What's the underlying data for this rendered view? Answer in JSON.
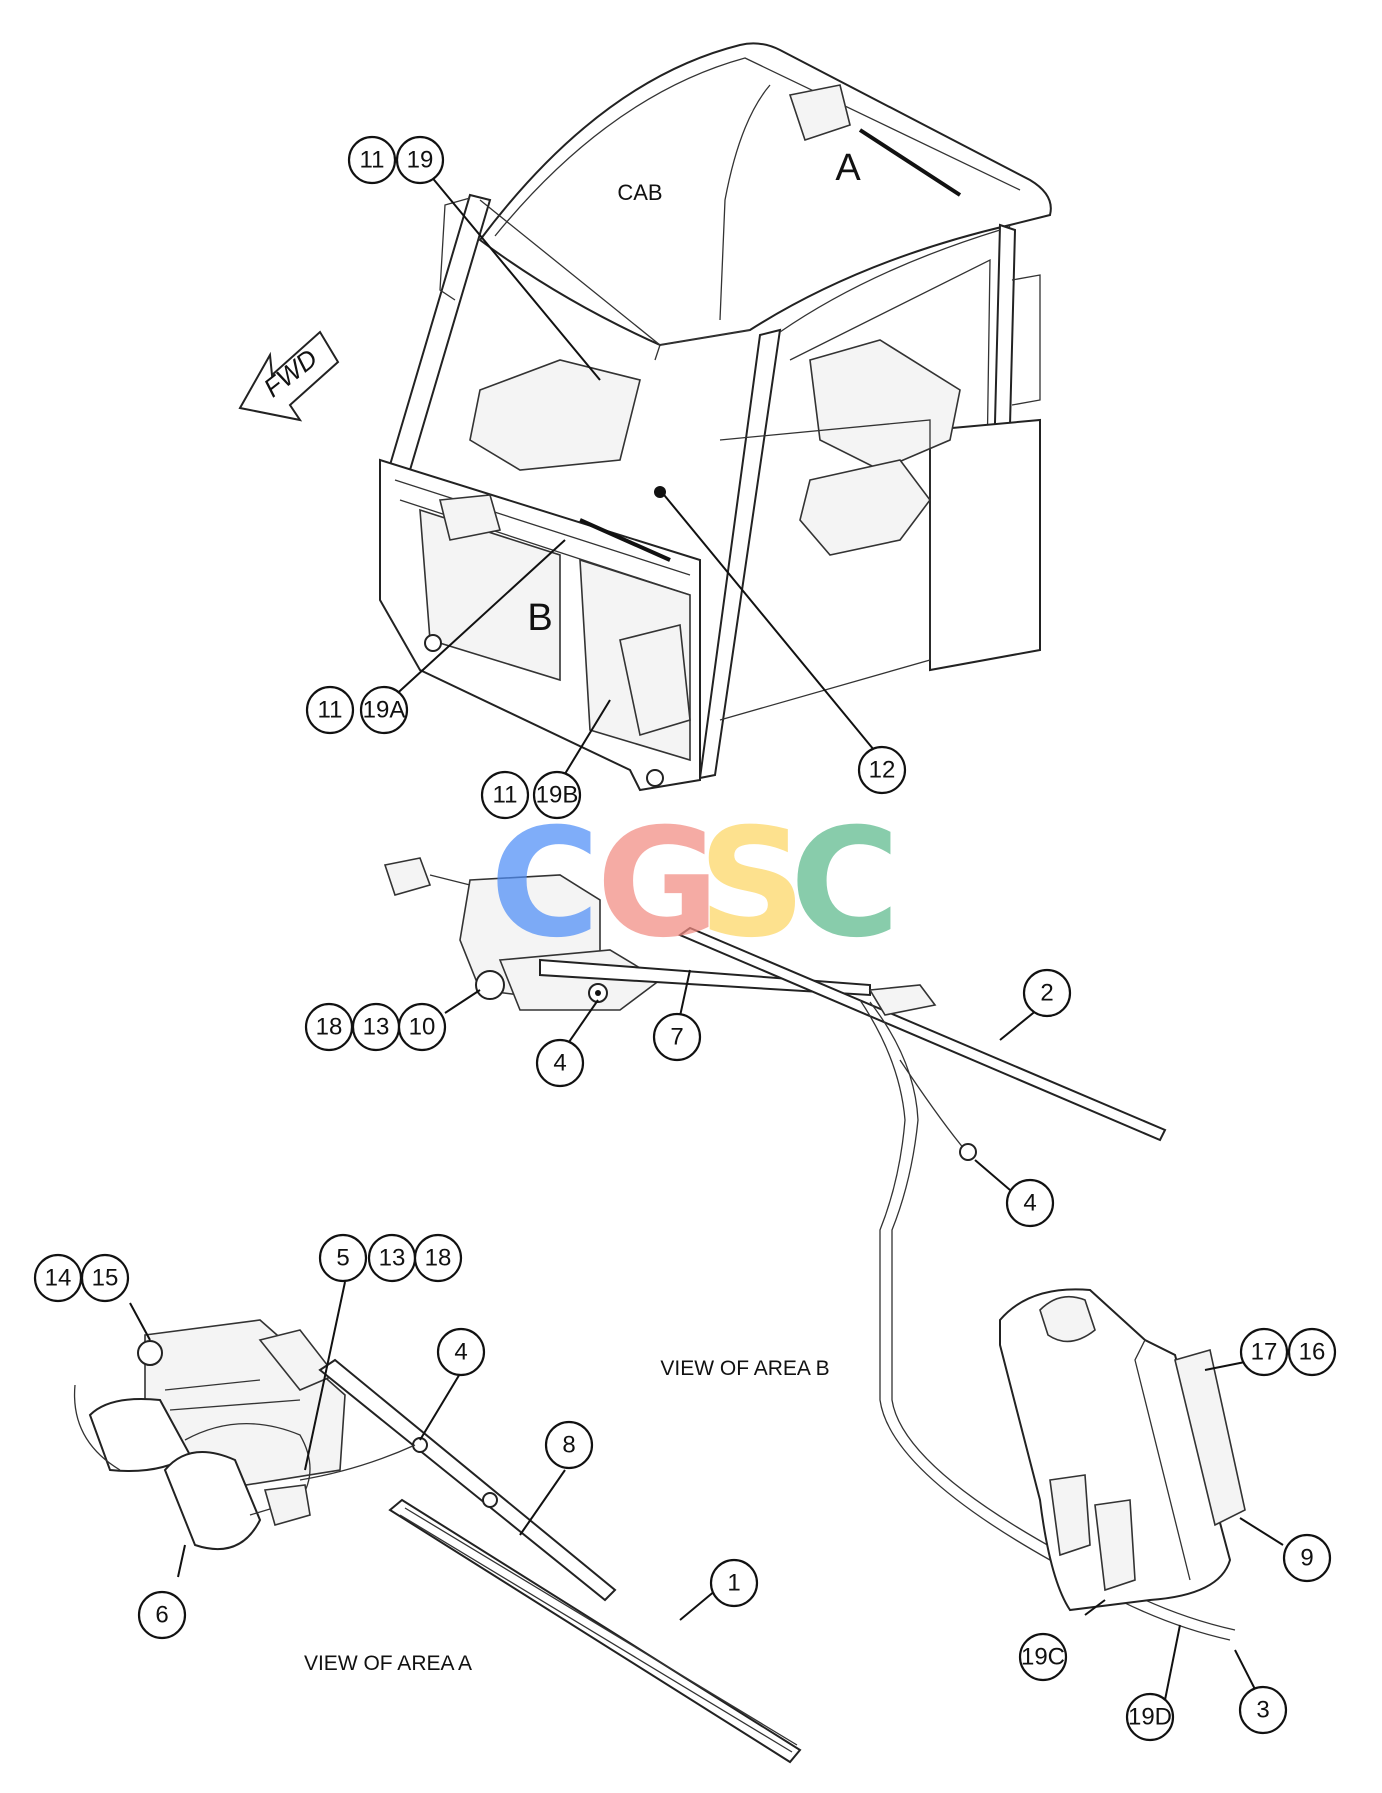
{
  "labels": {
    "cab": "CAB",
    "area_a_marker": "A",
    "area_b_marker": "B",
    "fwd": "FWD",
    "view_area_b": "VIEW OF AREA  B",
    "view_area_a": "VIEW OF AREA  A"
  },
  "watermark": {
    "letters": [
      "C",
      "G",
      "S",
      "C"
    ],
    "colors": [
      "#4F8EF7",
      "#F28B82",
      "#FDD663",
      "#5BB98B"
    ]
  },
  "callouts": {
    "c1": "11",
    "c2": "19",
    "c3": "11",
    "c4": "19A",
    "c5": "11",
    "c6": "19B",
    "c7": "12",
    "c8": "18",
    "c9": "13",
    "c10": "10",
    "c11": "4",
    "c12": "7",
    "c13": "2",
    "c14": "4",
    "c15": "14",
    "c16": "15",
    "c17": "5",
    "c18": "13",
    "c19": "18",
    "c20": "4",
    "c21": "8",
    "c22": "1",
    "c23": "6",
    "c24": "17",
    "c25": "16",
    "c26": "9",
    "c27": "19C",
    "c28": "19D",
    "c29": "3"
  }
}
